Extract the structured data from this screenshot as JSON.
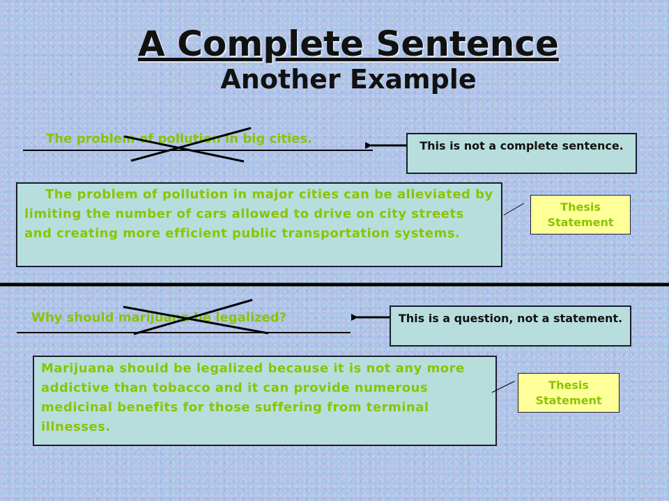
{
  "title": "A Complete Sentence",
  "subtitle": "Another Example",
  "example1": {
    "fragment": "The problem of pollution in big cities.",
    "note": "This is not a complete sentence.",
    "thesis_text": "The problem of pollution in major cities can be alleviated by limiting the number of cars allowed to drive on city streets and creating more efficient public transportation systems.",
    "label": "Thesis Statement"
  },
  "example2": {
    "fragment": "Why should marijuana be legalized?",
    "note": "This is a question, not a statement.",
    "thesis_text": "Marijuana should be legalized because it is not any more addictive than tobacco and it can provide numerous medicinal benefits for those suffering from terminal illnesses.",
    "label": "Thesis Statement"
  },
  "colors": {
    "text_green": "#8ac400",
    "box_fill": "#b7dedd",
    "label_fill": "#ffff99",
    "background": "#a9c4ec"
  }
}
